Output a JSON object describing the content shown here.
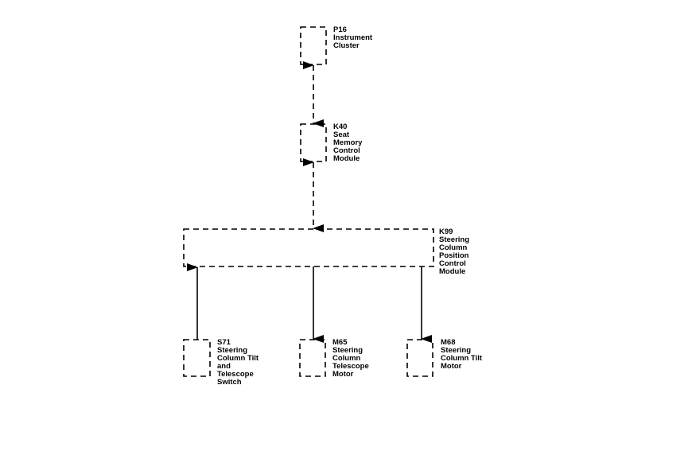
{
  "components": {
    "p16": {
      "lines": [
        "P16",
        "Instrument",
        "Cluster"
      ]
    },
    "k40": {
      "lines": [
        "K40",
        "Seat",
        "Memory",
        "Control",
        "Module"
      ]
    },
    "k99": {
      "lines": [
        "K99",
        "Steering",
        "Column",
        "Position",
        "Control",
        "Module"
      ]
    },
    "s71": {
      "lines": [
        "S71",
        "Steering",
        "Column Tilt",
        "and",
        "Telescope",
        "Switch"
      ]
    },
    "m65": {
      "lines": [
        "M65",
        "Steering",
        "Column",
        "Telescope",
        "Motor"
      ]
    },
    "m68": {
      "lines": [
        "M68",
        "Steering",
        "Column Tilt",
        "Motor"
      ]
    }
  },
  "connections": [
    {
      "from": "p16",
      "to": "k40",
      "style": "dashed",
      "direction": "bidirectional"
    },
    {
      "from": "k40",
      "to": "k99",
      "style": "dashed",
      "direction": "bidirectional"
    },
    {
      "from": "s71",
      "to": "k99",
      "style": "solid",
      "direction": "to-k99"
    },
    {
      "from": "k99",
      "to": "m65",
      "style": "solid",
      "direction": "to-m65"
    },
    {
      "from": "k99",
      "to": "m68",
      "style": "solid",
      "direction": "to-m68"
    }
  ]
}
